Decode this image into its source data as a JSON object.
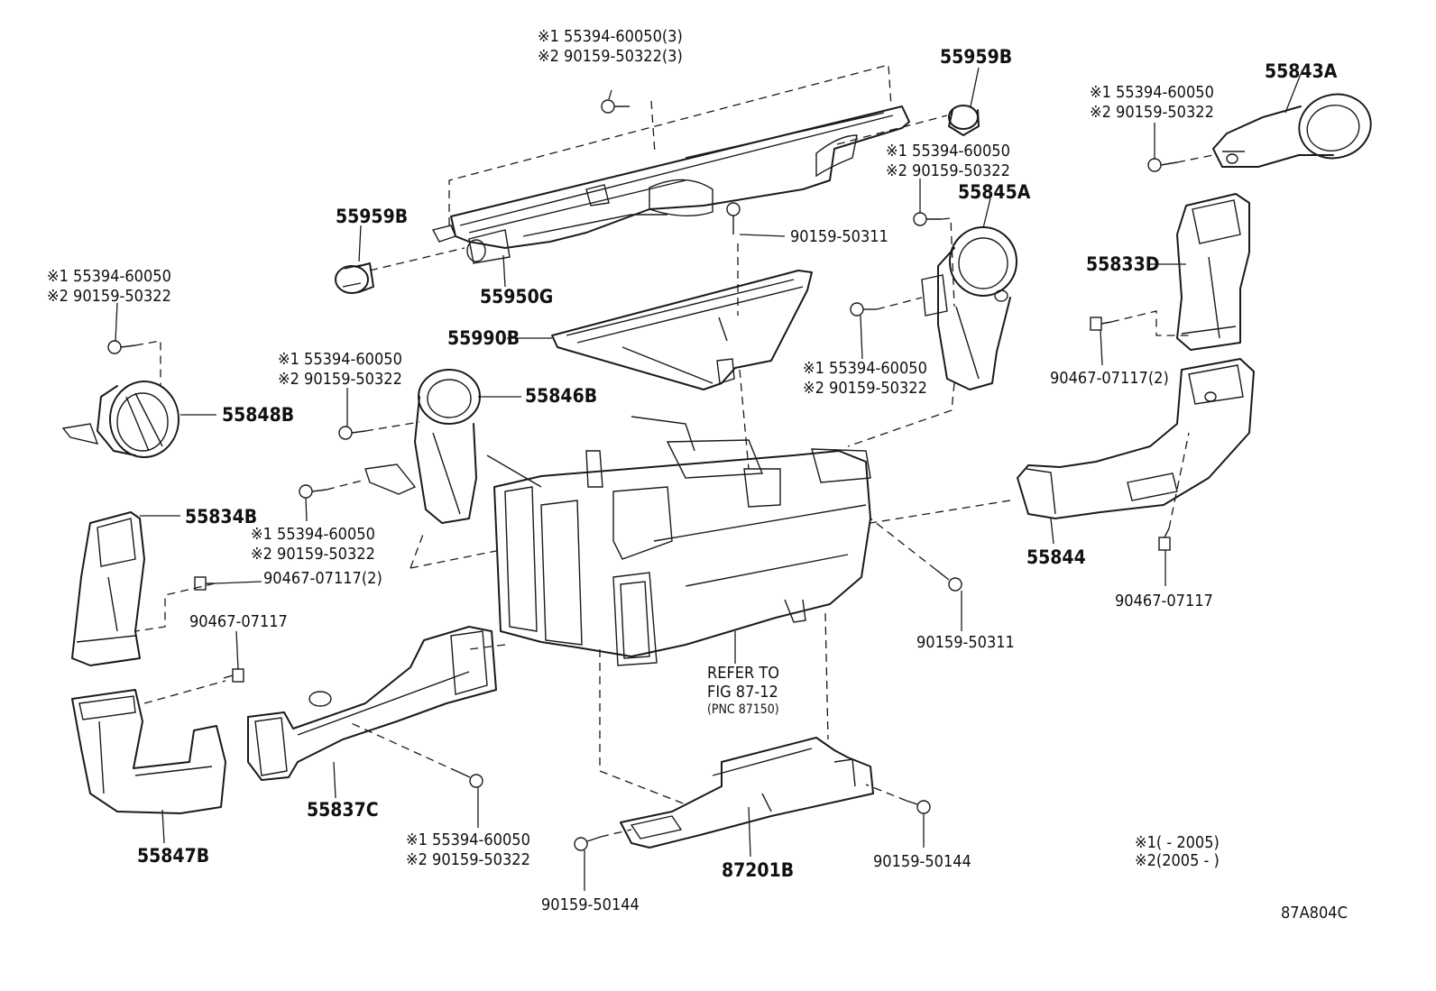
{
  "diagram_code": "87A804C",
  "reference": {
    "line1": "REFER TO",
    "line2": "FIG 87-12",
    "line3": "(PNC 87150)"
  },
  "legend": {
    "line1": "※1(     - 2005)",
    "line2": "※2(2005 -     )"
  },
  "parts": {
    "p55959B_left": "55959B",
    "p55959B_right": "55959B",
    "p55950G": "55950G",
    "p55990B": "55990B",
    "p55848B": "55848B",
    "p55846B": "55846B",
    "p55834B": "55834B",
    "p55847B": "55847B",
    "p55837C": "55837C",
    "p87201B": "87201B",
    "p55843A": "55843A",
    "p55845A": "55845A",
    "p55833D": "55833D",
    "p55844": "55844"
  },
  "fasteners": {
    "top_center_1": "※1 55394-60050(3)",
    "top_center_2": "※2 90159-50322(3)",
    "top_right_1": "※1 55394-60050",
    "top_right_2": "※2 90159-50322",
    "mid_right_1": "※1 55394-60050",
    "mid_right_2": "※2 90159-50322",
    "left_upper_1": "※1 55394-60050",
    "left_upper_2": "※2 90159-50322",
    "left_mid_1": "※1 55394-60050",
    "left_mid_2": "※2 90159-50322",
    "lower_mid_1": "※1 55394-60050",
    "lower_mid_2": "※2 90159-50322",
    "center_lower_1": "※1 55394-60050",
    "center_lower_2": "※2 90159-50322",
    "far_right_1": "※1 55394-60050",
    "far_right_2": "※2 90159-50322",
    "screw_top": "90159-50311",
    "screw_mid_right": "90159-50311",
    "clip_left": "90467-07117(2)",
    "clip_left_low": "90467-07117",
    "clip_right": "90467-07117(2)",
    "clip_right_low": "90467-07117",
    "screw_bottom_left": "90159-50144",
    "screw_bottom_right": "90159-50144"
  }
}
